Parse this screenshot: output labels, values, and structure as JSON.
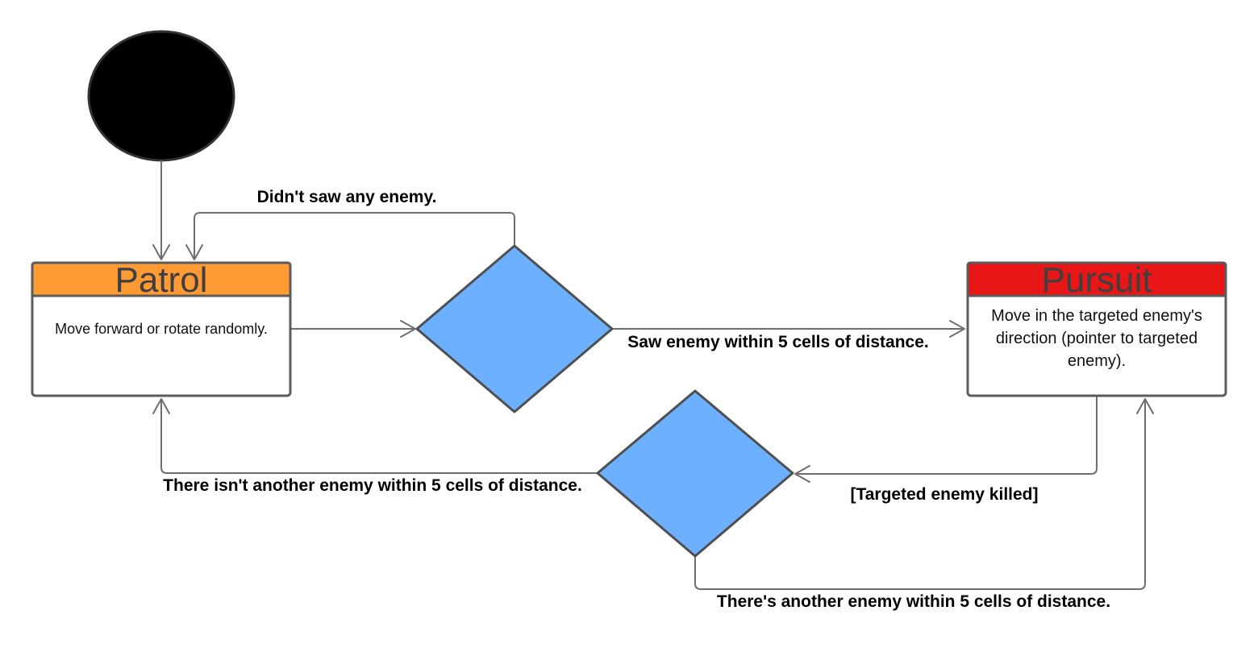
{
  "colors": {
    "initial_node": "#000000",
    "patrol_header": "#ff9a34",
    "pursuit_header": "#e81616",
    "decision": "#6cb0ff",
    "line": "#6e6e6e",
    "border": "#5b5b5b"
  },
  "states": {
    "patrol": {
      "title": "Patrol",
      "body": "Move forward or rotate randomly."
    },
    "pursuit": {
      "title": "Pursuit",
      "body": [
        "Move in the targeted enemy's",
        "direction (pointer to targeted",
        "enemy)."
      ]
    }
  },
  "edges": {
    "didnt_see": "Didn't saw any enemy.",
    "saw_enemy": "Saw enemy within 5 cells of distance.",
    "target_killed": "[Targeted enemy killed]",
    "no_other_enemy": "There isn't another enemy within 5 cells of distance.",
    "other_enemy": "There's another enemy within 5 cells of distance."
  }
}
